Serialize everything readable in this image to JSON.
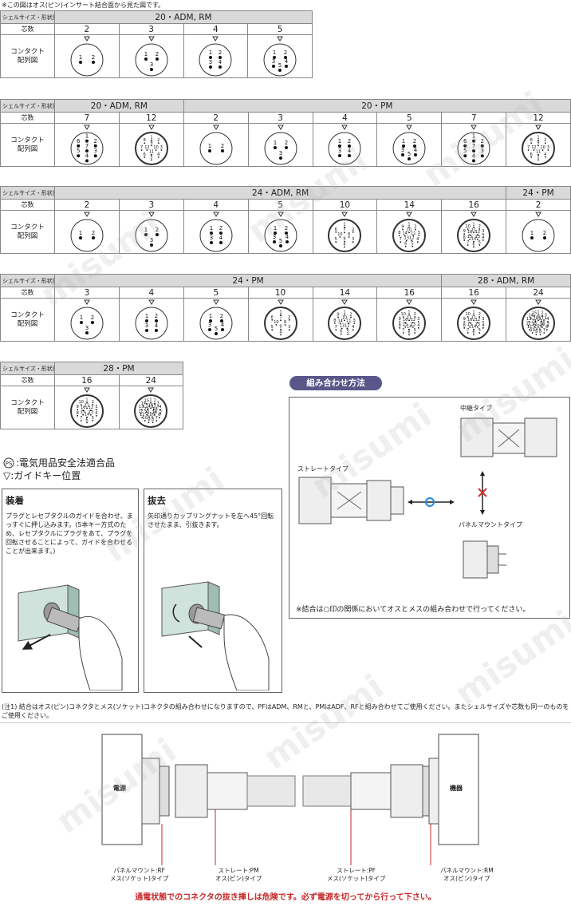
{
  "top_note": "※この図はオス(ピン)インサート結合面から見た図です。",
  "labels": {
    "shell": "シェルサイズ・形状記号",
    "poles": "芯数",
    "contact_1": "コンタクト",
    "contact_2": "配列図"
  },
  "table1": {
    "group": "20・ADM, RM",
    "poles": [
      "2",
      "3",
      "4",
      "5"
    ]
  },
  "table2": {
    "groups": [
      "20・ADM, RM",
      "20・PM"
    ],
    "poles": [
      "7",
      "12",
      "2",
      "3",
      "4",
      "5",
      "7",
      "12"
    ]
  },
  "table3": {
    "groups": [
      "24・ADM, RM",
      "24・PM"
    ],
    "poles": [
      "2",
      "3",
      "4",
      "5",
      "10",
      "14",
      "16",
      "2"
    ]
  },
  "table4": {
    "groups": [
      "24・PM",
      "28・ADM, RM"
    ],
    "poles": [
      "3",
      "4",
      "5",
      "10",
      "14",
      "16",
      "16",
      "24"
    ]
  },
  "table5": {
    "group": "28・PM",
    "poles": [
      "16",
      "24"
    ]
  },
  "legend": {
    "pse_text": ":電気用品安全法適合品",
    "guide_text": "▽:ガイドキー位置"
  },
  "attach": {
    "title": "装着",
    "text": "プラグとレセプタクルのガイドを合わせ、まっすぐに押し込みます。(5本キー方式のため、レセプタクルにプラグをあて、プラグを回転させることによって、ガイドを合わせることが出来ます。)"
  },
  "detach": {
    "title": "抜去",
    "text": "矢印通りカップリングナットを左へ45°回転させたまま、引抜きます。"
  },
  "combo": {
    "badge": "組み合わせ方法",
    "relay": "中継タイプ",
    "straight": "ストレートタイプ",
    "panel": "パネルマウントタイプ",
    "note": "※結合は○印の関係においてオスとメスの組み合わせで行ってください。"
  },
  "note1": "(注1) 結合はオス(ピン)コネクタとメス(ソケット)コネクタの組み合わせになりますので、PFはADM、RMと、PMはADF、RFと組み合わせてご使用ください。またシェルサイズや芯数も同一のものをご使用ください。",
  "system": {
    "power": "電源",
    "device": "機器",
    "labels": [
      {
        "l1": "パネルマウント:RF",
        "l2": "メス(ソケット)タイプ"
      },
      {
        "l1": "ストレート:PM",
        "l2": "オス(ピン)タイプ"
      },
      {
        "l1": "ストレート:PF",
        "l2": "メス(ソケット)タイプ"
      },
      {
        "l1": "パネルマウント:RM",
        "l2": "オス(ピン)タイプ"
      }
    ],
    "warning": "通電状態でのコネクタの抜き挿しは危険です。必ず電源を切ってから行って下さい。"
  },
  "watermark": "misumi"
}
